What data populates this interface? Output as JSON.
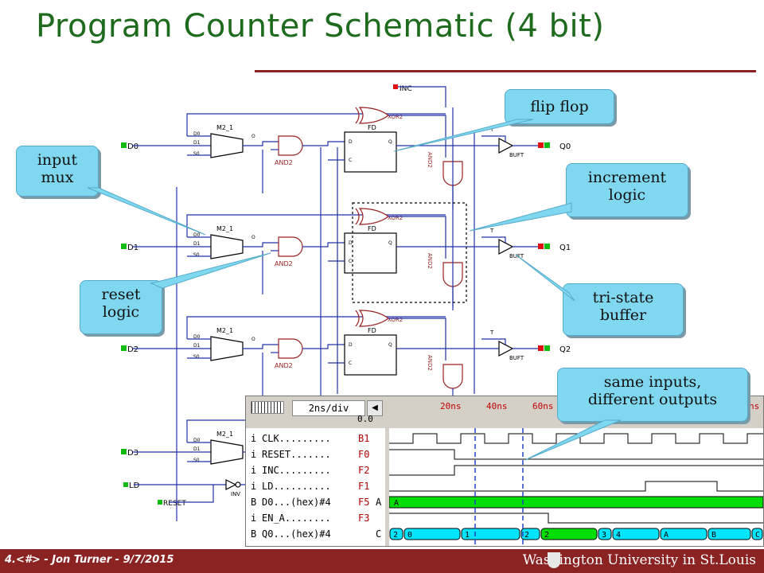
{
  "title": "Program Counter Schematic (4 bit)",
  "schematic": {
    "mux_label": "M2_1",
    "mux_pins": [
      "D0",
      "D1",
      "S0",
      "O"
    ],
    "and_label": "AND2",
    "and_vert_label": "AND2",
    "xor_label": "XOR2",
    "ff_label": "FD",
    "ff_pins": [
      "D",
      "Q",
      "C"
    ],
    "buf_label": "BUFT",
    "buf_pin": "T",
    "inv_label": "INV",
    "inputs": [
      "D0",
      "D1",
      "D2",
      "D3"
    ],
    "outputs": [
      "Q0",
      "Q1",
      "Q2"
    ],
    "inc_label": "INC",
    "ld_label": "LD",
    "reset_label": "RESET"
  },
  "callouts": {
    "flip_flop": "flip flop",
    "input_mux": [
      "input",
      "mux"
    ],
    "increment_logic": [
      "increment",
      "logic"
    ],
    "reset_logic": [
      "reset",
      "logic"
    ],
    "tristate_buffer": [
      "tri-state",
      "buffer"
    ],
    "same_inputs": [
      "same inputs,",
      "different outputs"
    ]
  },
  "waveform": {
    "scale": "2ns/div",
    "zero": "0.0",
    "tick_labels": [
      "20ns",
      "40ns",
      "60ns",
      "ns"
    ],
    "signals": [
      {
        "type": "i",
        "name": "CLK.........",
        "key": "B1",
        "cur": ""
      },
      {
        "type": "i",
        "name": "RESET.......",
        "key": "F0",
        "cur": ""
      },
      {
        "type": "i",
        "name": "INC.........",
        "key": "F2",
        "cur": ""
      },
      {
        "type": "i",
        "name": "LD..........",
        "key": "F1",
        "cur": ""
      },
      {
        "type": "B",
        "name": "D0...(hex)#4",
        "key": "F5",
        "cur": "A"
      },
      {
        "type": "i",
        "name": "EN_A........",
        "key": "F3",
        "cur": ""
      },
      {
        "type": "B",
        "name": "Q0...(hex)#4",
        "key": "",
        "cur": "C"
      }
    ],
    "d0_value": "A",
    "q0_values": [
      "2",
      "0",
      "1",
      "2",
      "2",
      "3",
      "4",
      "A",
      "B",
      "C"
    ],
    "colors": {
      "d0_bus": "#00dd00",
      "q0_bus": "#00e5ff"
    }
  },
  "footer": {
    "left": "4.<#> - Jon Turner - 9/7/2015",
    "right": "Washington University in St.Louis"
  },
  "colors": {
    "title": "#1e6b1e",
    "footer": "#8b2323",
    "wire": "#2233aa",
    "gate": "#992222",
    "callout": "#7fd8f0"
  }
}
